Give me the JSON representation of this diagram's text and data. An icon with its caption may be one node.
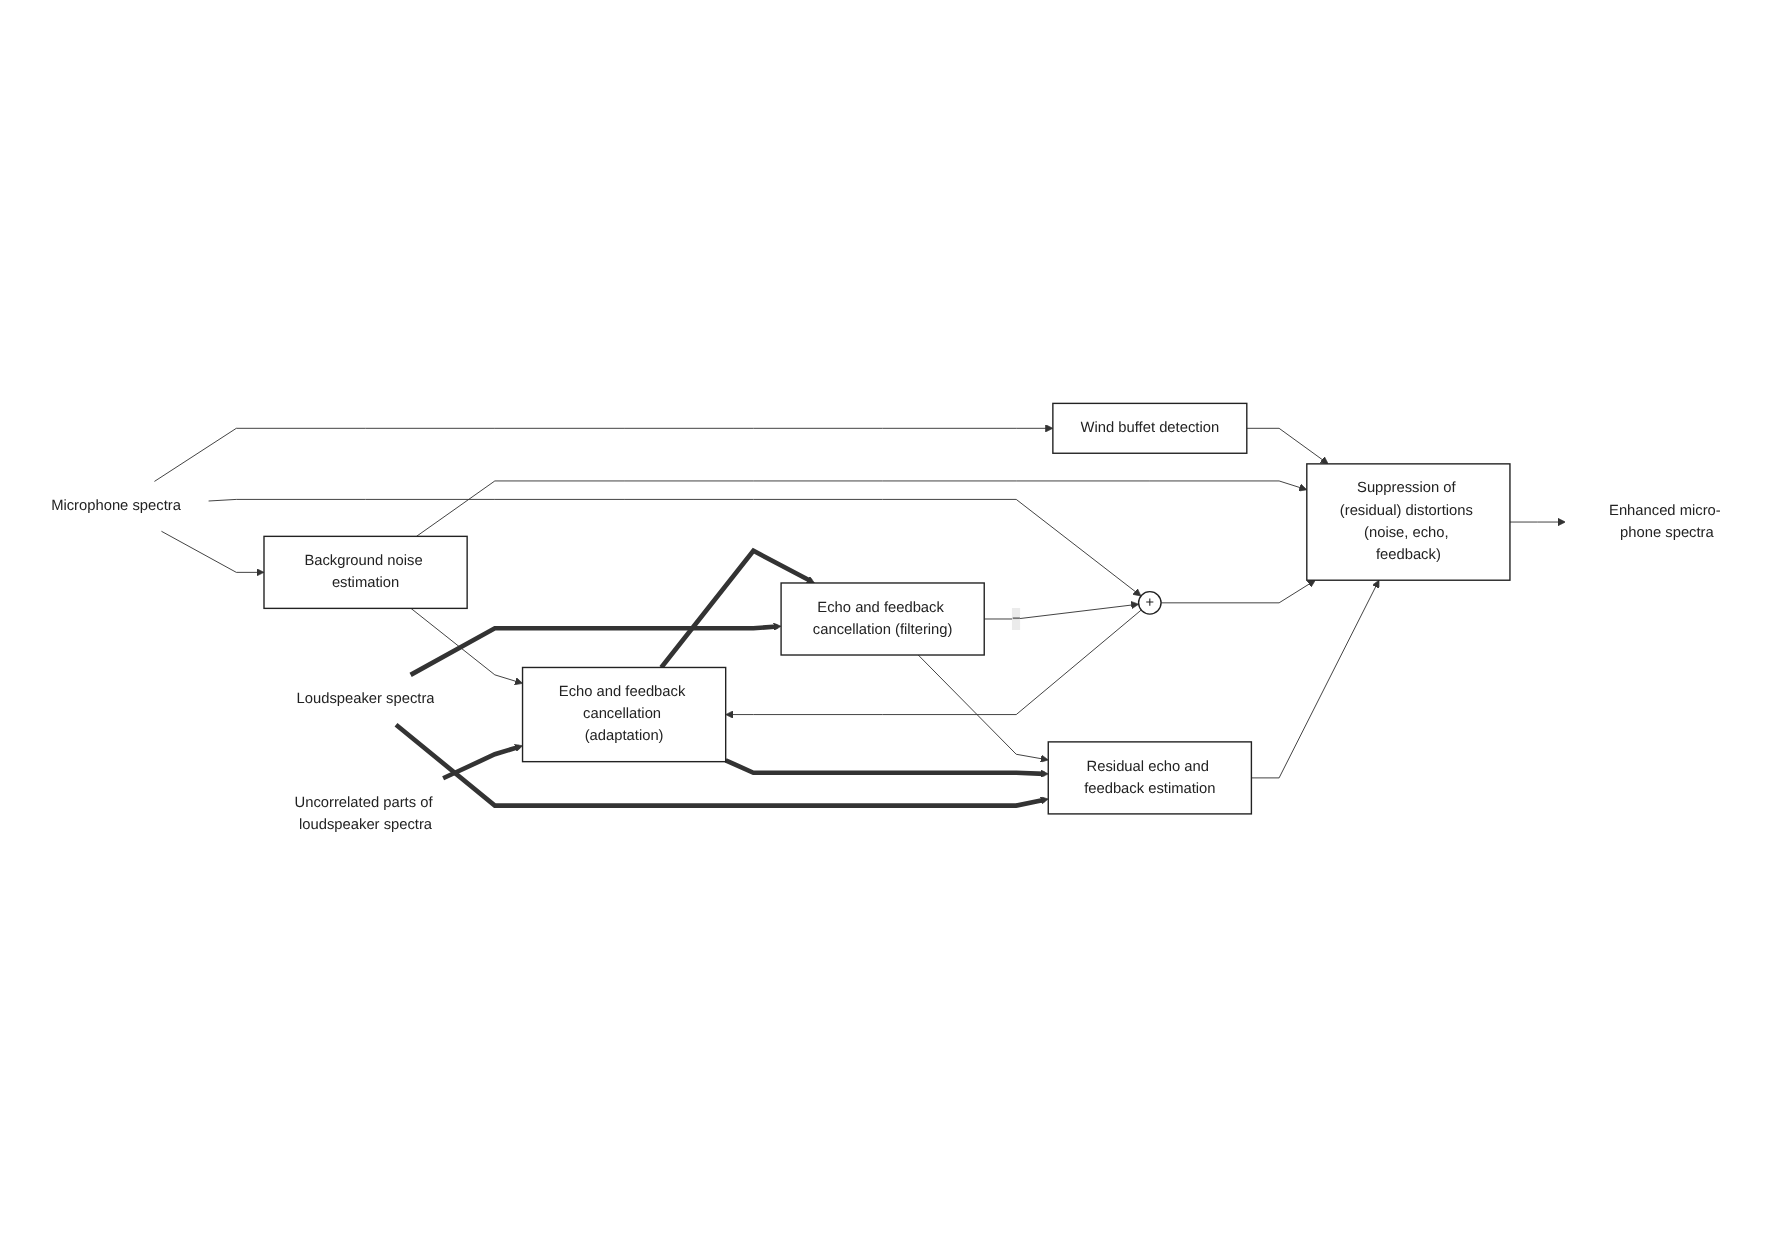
{
  "diagram": {
    "nodes": [
      {
        "text": [
          "Microphone spectra"
        ]
      },
      {
        "text": [
          "Wind buffet detection"
        ]
      },
      {
        "text": [
          "Background noise estimation"
        ]
      },
      {
        "text": [
          "+"
        ]
      },
      {
        "text": [
          "Echo and feedback cancellation (filtering)"
        ]
      },
      {
        "text": [
          "Echo and feedback cancellation (adaptation)"
        ]
      },
      {
        "text": [
          "Residual echo and feedback estimation"
        ]
      },
      {
        "text": [
          "Suppression of (residual) distortions (noise, echo, feedback)"
        ]
      },
      {
        "text": [
          "Enhanced micro- phone spectra"
        ]
      },
      {
        "text": [
          "Loudspeaker spectra"
        ]
      },
      {
        "text": [
          "Uncorrelated parts of loudspeaker spectra"
        ]
      }
    ],
    "edges": [
      {
        "from": 0,
        "to": 1,
        "arrow": "to"
      },
      {
        "from": 0,
        "to": 2,
        "arrow": "to"
      },
      {
        "from": 0,
        "to": 3,
        "arrow": "to"
      },
      {
        "from": 1,
        "to": 7,
        "arrow": "to"
      },
      {
        "from": 2,
        "to": 5,
        "arrow": "to"
      },
      {
        "from": 2,
        "to": 7,
        "arrow": "to"
      },
      {
        "from": 3,
        "to": 5,
        "arrow": "to"
      },
      {
        "from": 3,
        "to": 7,
        "arrow": "to"
      },
      {
        "from": 4,
        "to": 3,
        "arrow": "to",
        "label": "−"
      },
      {
        "from": 4,
        "to": 6,
        "arrow": "to"
      },
      {
        "from": 5,
        "to": 4,
        "arrow": "to",
        "style": "thick"
      },
      {
        "from": 5,
        "to": 6,
        "arrow": "to",
        "style": "thick"
      },
      {
        "from": 6,
        "to": 7,
        "arrow": "to"
      },
      {
        "from": 7,
        "to": 8,
        "arrow": "to"
      },
      {
        "from": 9,
        "to": 4,
        "arrow": "to",
        "style": "thick"
      },
      {
        "from": 9,
        "to": 6,
        "arrow": "to",
        "style": "thick"
      },
      {
        "from": 10,
        "to": 5,
        "arrow": "to",
        "style": "thick"
      }
    ]
  }
}
